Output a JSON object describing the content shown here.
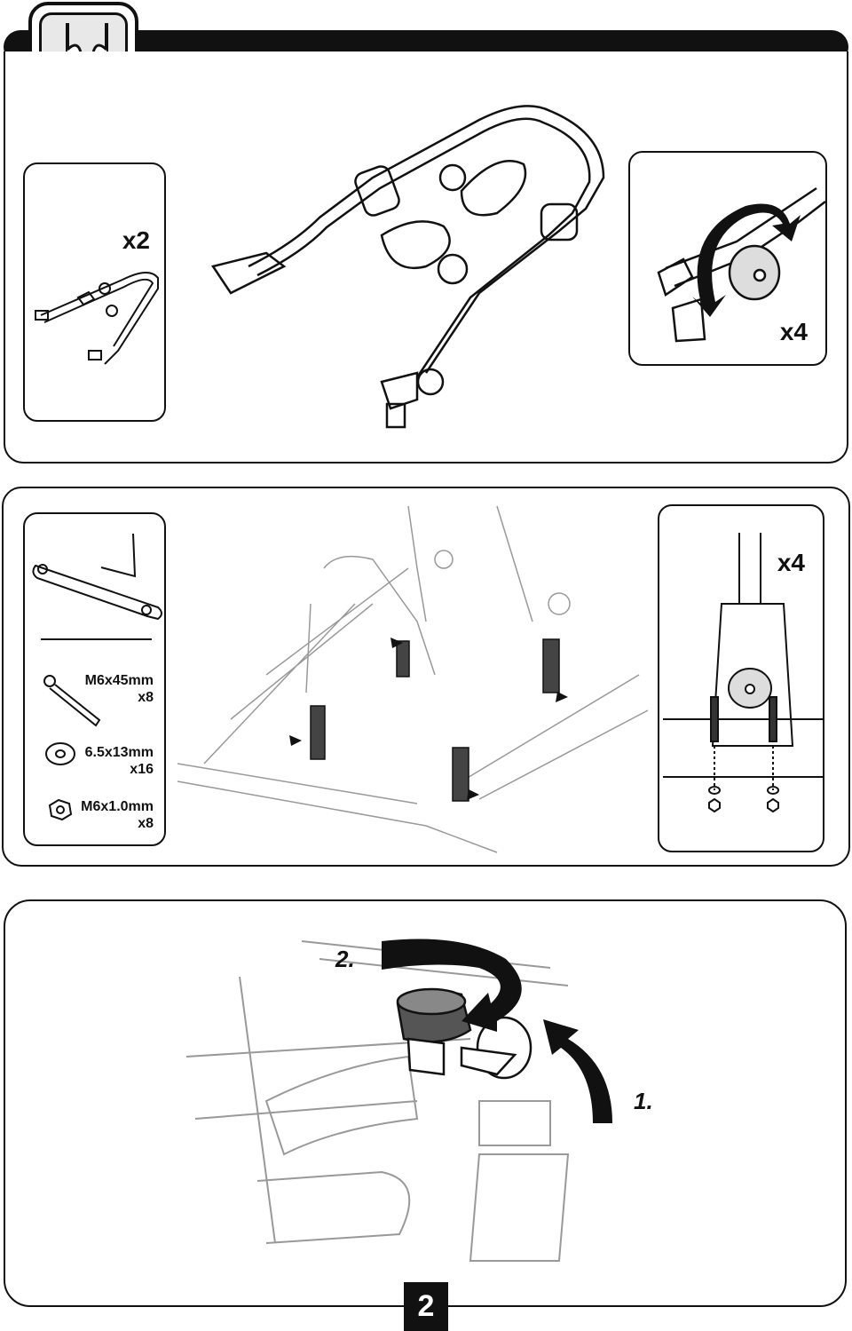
{
  "page_number": "2",
  "panel_1": {
    "inset_left_multiplier": "x2",
    "inset_right_multiplier": "x4"
  },
  "panel_2": {
    "inset_right_multiplier": "x4",
    "hardware": [
      {
        "size": "M6x45mm",
        "qty": "x8",
        "icon": "bolt-icon"
      },
      {
        "size": "6.5x13mm",
        "qty": "x16",
        "icon": "washer-icon"
      },
      {
        "size": "M6x1.0mm",
        "qty": "x8",
        "icon": "nut-icon"
      }
    ],
    "tools": [
      "spanner-wrench-icon",
      "allen-key-icon"
    ]
  },
  "panel_3": {
    "steps": [
      "1.",
      "2."
    ]
  },
  "colors": {
    "ink": "#111111",
    "panel_bg": "#ffffff",
    "logo_fill": "#e8e8e8"
  }
}
